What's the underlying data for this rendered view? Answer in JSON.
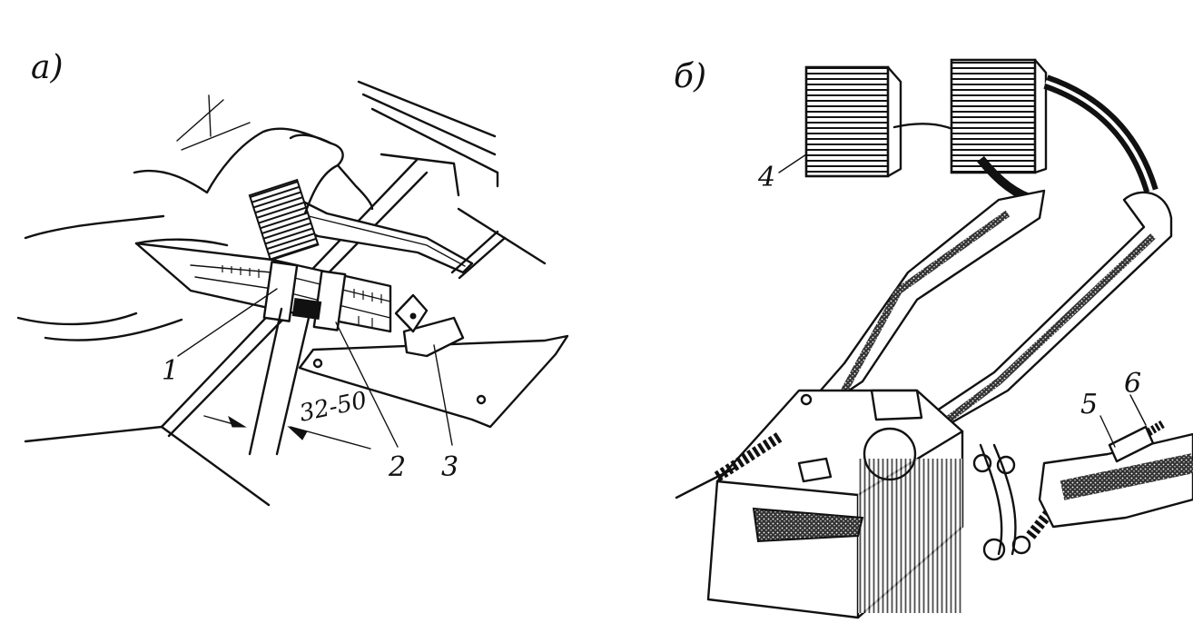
{
  "figure": {
    "panel_a_label": "а)",
    "panel_b_label": "б)",
    "dimension_label": "32-50",
    "callouts": {
      "c1": "1",
      "c2": "2",
      "c3": "3",
      "c4": "4",
      "c5": "5",
      "c6": "6"
    }
  }
}
